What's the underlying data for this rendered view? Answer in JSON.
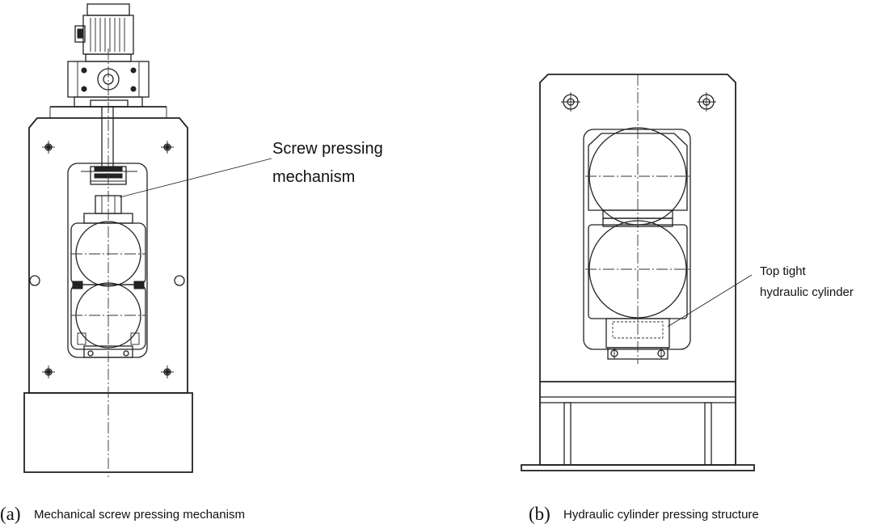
{
  "figure_a": {
    "annotation_line1": "Screw pressing",
    "annotation_line2": "mechanism",
    "caption_label": "(a)",
    "caption_text": "Mechanical screw pressing mechanism"
  },
  "figure_b": {
    "annotation_line1": "Top tight",
    "annotation_line2": "hydraulic cylinder",
    "caption_label": "(b)",
    "caption_text": "Hydraulic cylinder pressing structure"
  }
}
